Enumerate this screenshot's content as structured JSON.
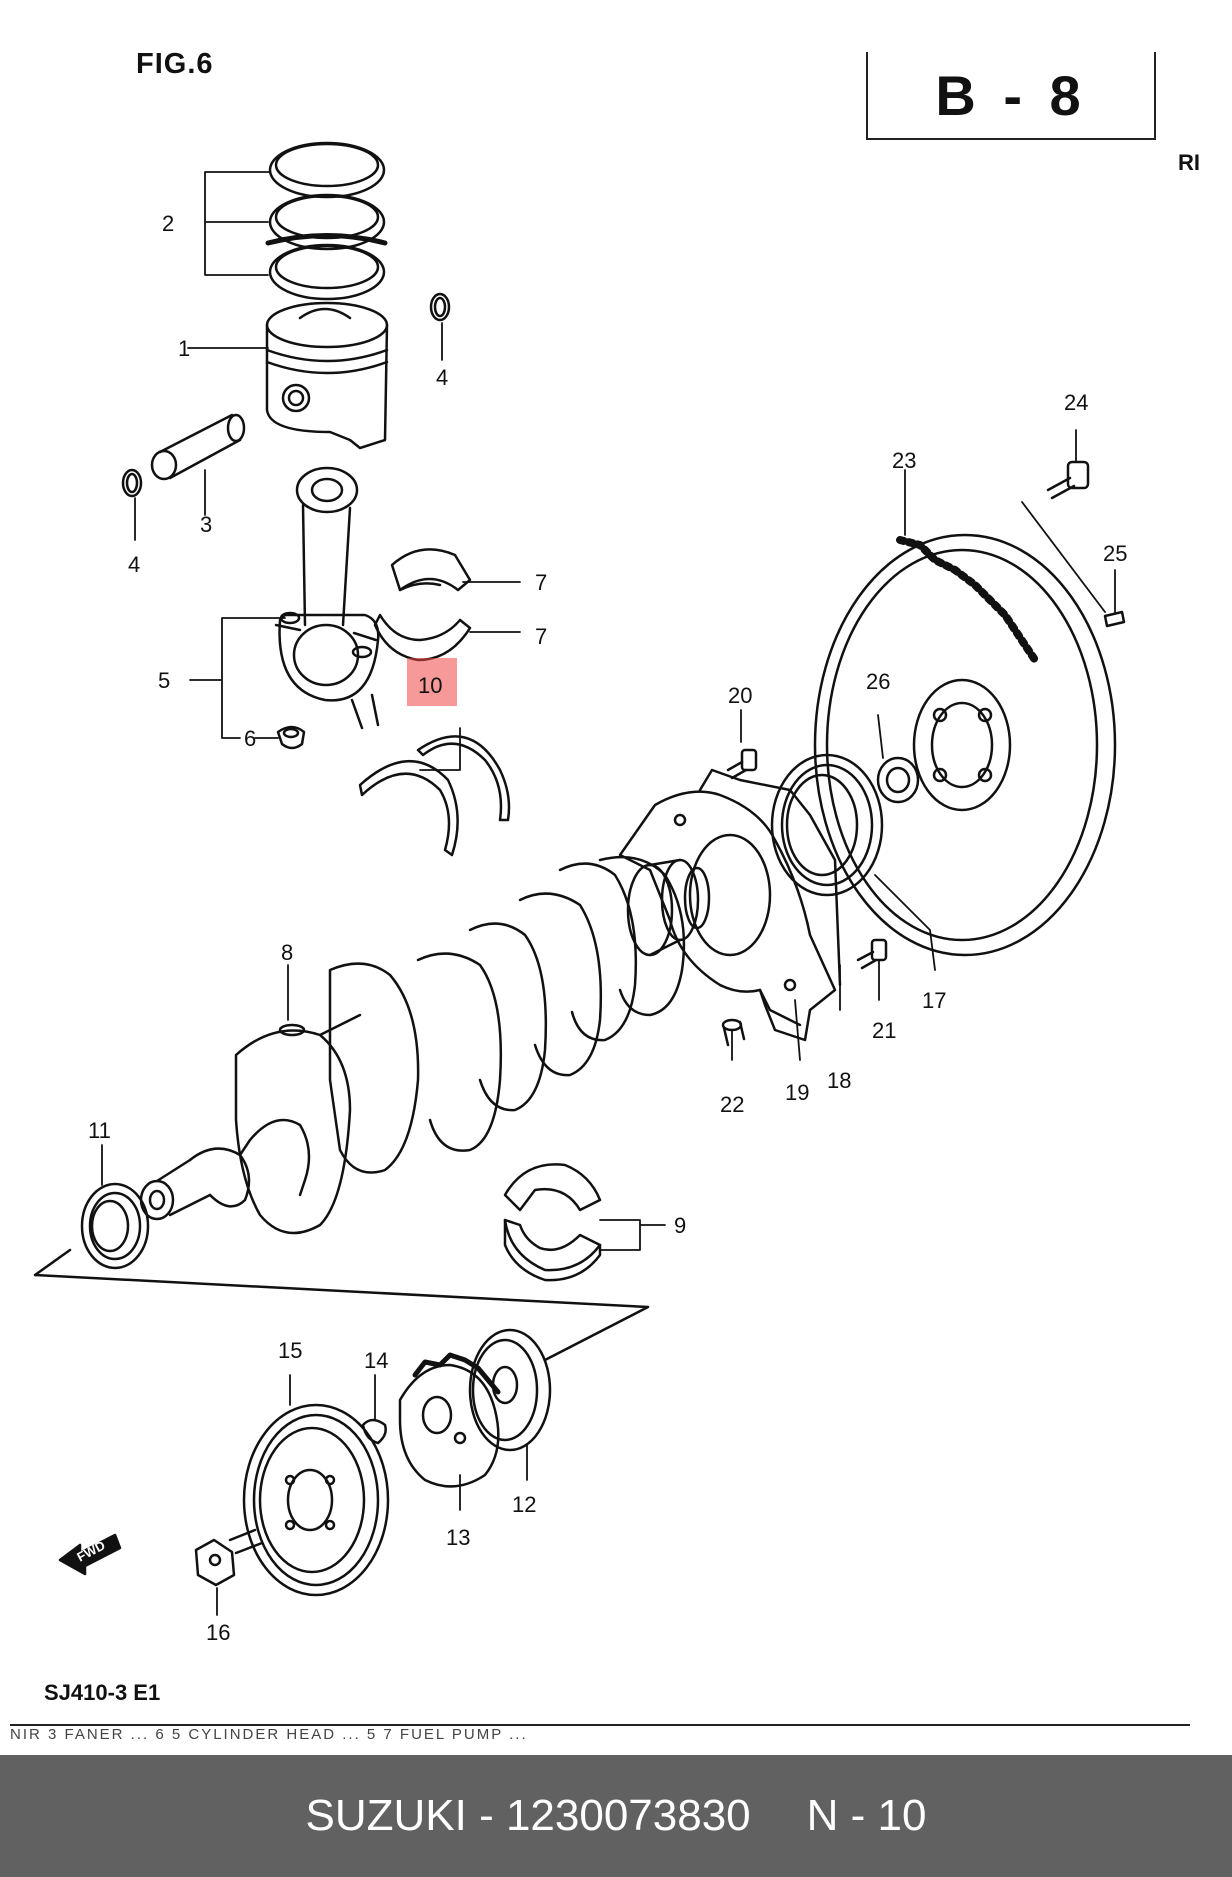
{
  "figure": {
    "title": "FIG.6",
    "code": "B - 8",
    "edge_mark": "RI",
    "model_label": "SJ410-3 E1",
    "footer_strip_text": "NIR 3 FANER ... 6  5  CYLINDER HEAD ...  5  7  FUEL PUMP ..."
  },
  "diagram": {
    "fwd_label": "FWD",
    "callouts": [
      {
        "id": "1",
        "label": "1"
      },
      {
        "id": "2",
        "label": "2"
      },
      {
        "id": "3",
        "label": "3"
      },
      {
        "id": "4a",
        "label": "4"
      },
      {
        "id": "4b",
        "label": "4"
      },
      {
        "id": "5",
        "label": "5"
      },
      {
        "id": "6",
        "label": "6"
      },
      {
        "id": "7a",
        "label": "7"
      },
      {
        "id": "7b",
        "label": "7"
      },
      {
        "id": "8",
        "label": "8"
      },
      {
        "id": "9",
        "label": "9"
      },
      {
        "id": "10",
        "label": "10",
        "highlighted": true
      },
      {
        "id": "11",
        "label": "11"
      },
      {
        "id": "12",
        "label": "12"
      },
      {
        "id": "13",
        "label": "13"
      },
      {
        "id": "14",
        "label": "14"
      },
      {
        "id": "15",
        "label": "15"
      },
      {
        "id": "16",
        "label": "16"
      },
      {
        "id": "17",
        "label": "17"
      },
      {
        "id": "18",
        "label": "18"
      },
      {
        "id": "19",
        "label": "19"
      },
      {
        "id": "20",
        "label": "20"
      },
      {
        "id": "21",
        "label": "21"
      },
      {
        "id": "22",
        "label": "22"
      },
      {
        "id": "23",
        "label": "23"
      },
      {
        "id": "24",
        "label": "24"
      },
      {
        "id": "25",
        "label": "25"
      },
      {
        "id": "26",
        "label": "26"
      }
    ],
    "highlight_color": "#f04646"
  },
  "caption": {
    "brand_part": "SUZUKI - 1230073830",
    "ref": "N - 10"
  },
  "colors": {
    "caption_bg": "#616161",
    "caption_text": "#ffffff",
    "line": "#111111"
  }
}
